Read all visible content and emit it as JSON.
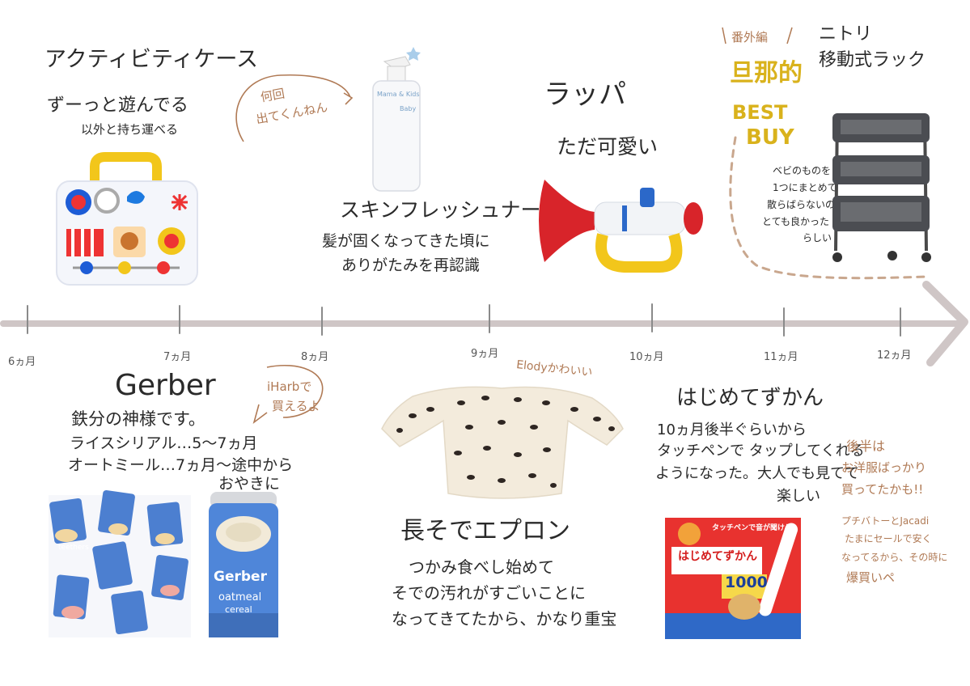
{
  "timeline": {
    "months": [
      "6ヵ月",
      "7ヵ月",
      "8ヵ月",
      "9ヵ月",
      "10ヵ月",
      "11ヵ月",
      "12ヵ月"
    ]
  },
  "items": {
    "activity_case": {
      "title": "アクティビティケース",
      "line1": "ずーっと遊んでる",
      "line2": "以外と持ち運べる"
    },
    "skin_freshener": {
      "bubble": [
        "何回",
        "出てくんねん"
      ],
      "title": "スキンフレッシュナー",
      "line1": "髪が固くなってきた頃に",
      "line2": "ありがたみを再認識",
      "bottle_label": "Mama & Kids",
      "bottle_sub": "Baby"
    },
    "trumpet": {
      "title": "ラッパ",
      "line1": "ただ可愛い"
    },
    "nitori_rack": {
      "tag": "番外編",
      "headline": "旦那的",
      "best": "BEST",
      "buy": "BUY",
      "title1": "ニトリ",
      "title2": "移動式ラック",
      "desc": [
        "ベビのものを",
        "1つにまとめて",
        "散らばらないのが",
        "とても良かった",
        "らしい"
      ]
    },
    "gerber": {
      "title": "Gerber",
      "line1": "鉄分の神様です。",
      "line2": "ライスシリアル…5〜7ヵ月",
      "line3": "オートミール…7ヵ月〜途中から",
      "line4": "おやきに",
      "bubble": [
        "iHarbで",
        "買えるよ"
      ],
      "box_brand": "Gerber",
      "box_product": "oatmeal",
      "box_type": "cereal",
      "snack_label": "teethers"
    },
    "apron": {
      "note": "Elodyかわいい",
      "title": "長そでエプロン",
      "line1": "つかみ食べし始めて",
      "line2": "そでの汚れがすごいことに",
      "line3": "なってきてたから、かなり重宝"
    },
    "zukan": {
      "title": "はじめてずかん",
      "line1": "10ヵ月後半ぐらいから",
      "line2": "タッチペンで タップしてくれる",
      "line3": "ようになった。大人でも見てて",
      "line4": "楽しい",
      "book_line1": "タッチペンで音が聞ける!",
      "book_title": "はじめてずかん",
      "book_number": "1000"
    },
    "side_note": {
      "line1": "後半は",
      "line2": "お洋服ばっかり",
      "line3": "買ってたかも!!",
      "line4": "プチバトーとJacadi",
      "line5": "たまにセールで安く",
      "line6": "なってるから、その時に",
      "line7": "爆買いペ"
    }
  },
  "colors": {
    "ink": "#2a2a2a",
    "accent_brown": "#b07a55",
    "accent_gold": "#d9b21c",
    "timeline": "#cfc6c6"
  }
}
